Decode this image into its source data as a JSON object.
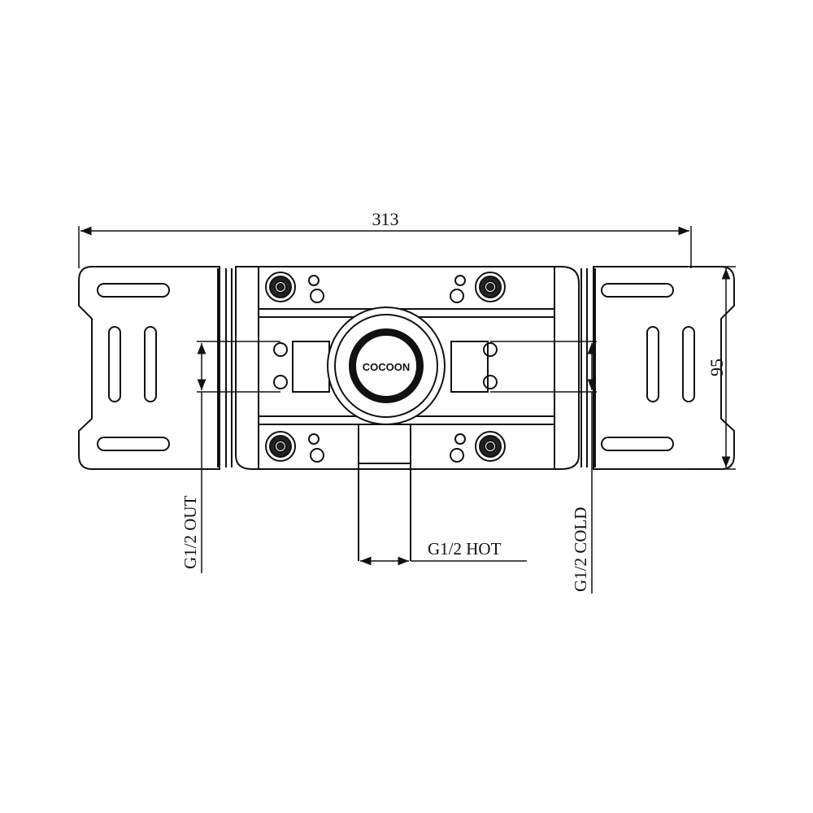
{
  "drawing": {
    "brand_label": "COCOON",
    "dimensions": {
      "overall_width": "313",
      "height": "95"
    },
    "ports": {
      "outlet": "G1/2 OUT",
      "hot_inlet": "G1/2 HOT",
      "cold_inlet": "G1/2 COLD"
    },
    "line_color": "#111111",
    "background_color": "#ffffff"
  }
}
